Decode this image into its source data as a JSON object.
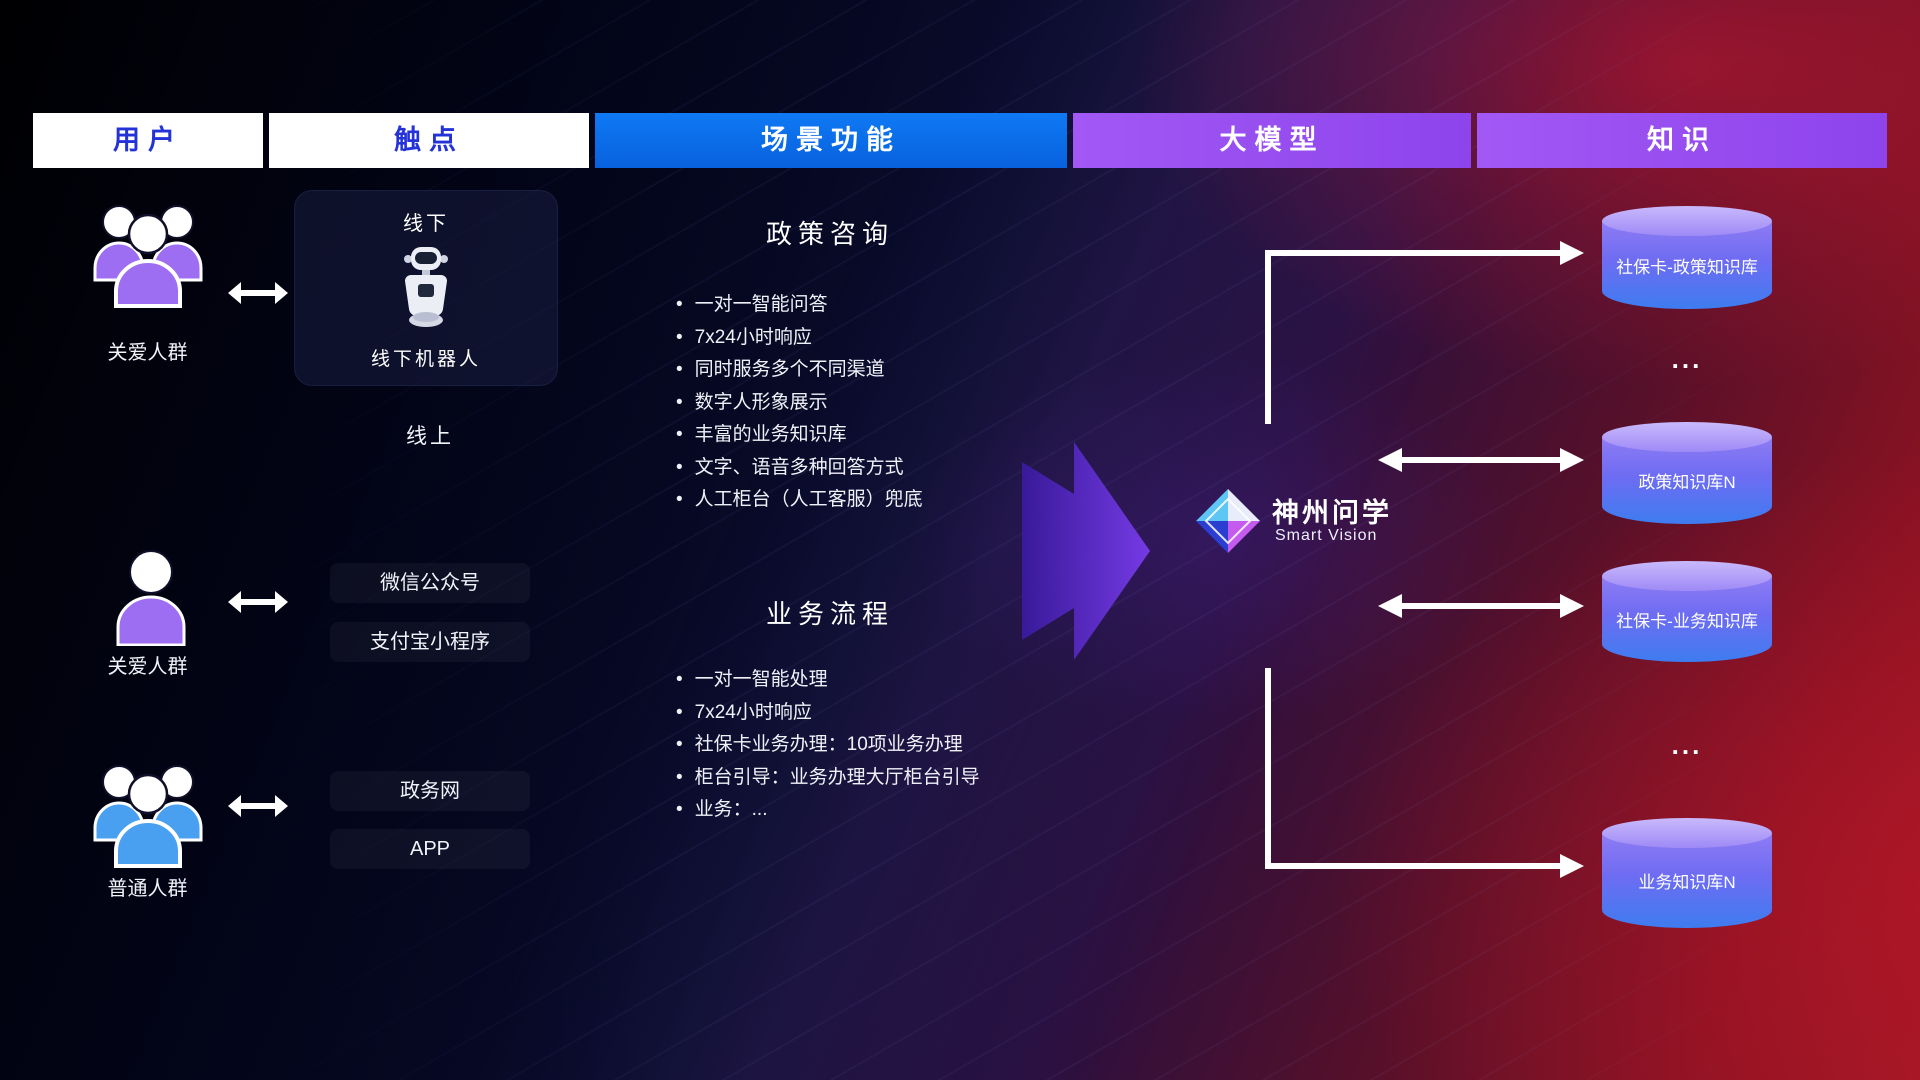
{
  "header": {
    "columns": [
      {
        "label": "用户"
      },
      {
        "label": "触点"
      },
      {
        "label": "场景功能"
      },
      {
        "label": "大模型"
      },
      {
        "label": "知识"
      }
    ]
  },
  "colors": {
    "header_text_blue": "#2433d8",
    "header_blue_bg": "#0a6cf0",
    "header_purple_bg": "#9a50f0",
    "user_purple": "#9d6ef2",
    "user_blue": "#4aa0f0",
    "db_top": "#beaef9",
    "db_body_top": "#8f7cf4",
    "db_body_bottom": "#3e7cf0",
    "flow_arrow_purple": "#6e34e0"
  },
  "users": {
    "groups": [
      {
        "label": "关爱人群",
        "type": "group",
        "color": "purple"
      },
      {
        "label": "关爱人群",
        "type": "person",
        "color": "purple"
      },
      {
        "label": "普通人群",
        "type": "group",
        "color": "blue"
      }
    ]
  },
  "touchpoints": {
    "offline": {
      "title": "线下",
      "robot_caption": "线下机器人"
    },
    "online_title": "线上",
    "channels": [
      {
        "label": "微信公众号"
      },
      {
        "label": "支付宝小程序"
      },
      {
        "label": "政务网"
      },
      {
        "label": "APP"
      }
    ]
  },
  "scenarios": {
    "policy": {
      "title": "政策咨询",
      "items": [
        "一对一智能问答",
        "7x24小时响应",
        "同时服务多个不同渠道",
        "数字人形象展示",
        "丰富的业务知识库",
        "文字、语音多种回答方式",
        "人工柜台（人工客服）兜底"
      ]
    },
    "business": {
      "title": "业务流程",
      "items": [
        "一对一智能处理",
        "7x24小时响应",
        "社保卡业务办理：10项业务办理",
        "柜台引导：业务办理大厅柜台引导",
        "业务：..."
      ]
    }
  },
  "model": {
    "name": "神州问学",
    "subtitle": "Smart Vision"
  },
  "knowledge": {
    "db1": "社保卡-政策知识库",
    "dots1": "...",
    "db2": "政策知识库N",
    "db3": "社保卡-业务知识库",
    "dots2": "...",
    "db4": "业务知识库N"
  }
}
